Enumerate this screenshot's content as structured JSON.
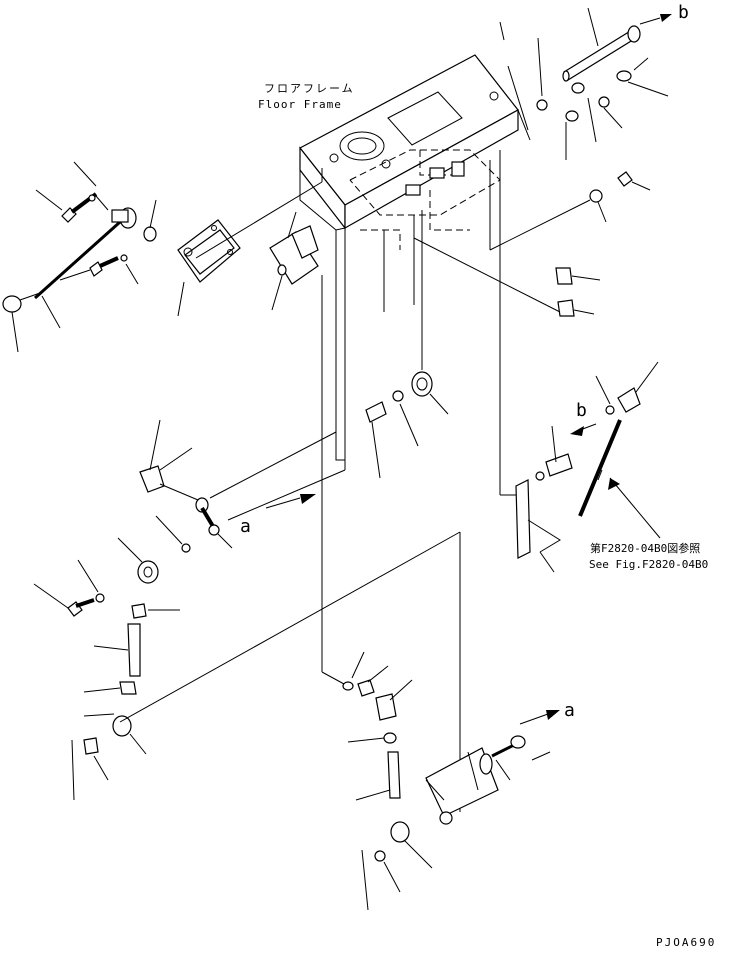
{
  "labels": {
    "floor_frame_jp": "フロアフレーム",
    "floor_frame_en": "Floor Frame",
    "ref_jp": "第F2820-04B0図参照",
    "ref_en": "See Fig.F2820-04B0",
    "arrow_a1": "a",
    "arrow_a2": "a",
    "arrow_b1": "b",
    "arrow_b2": "b",
    "drawing_code": "PJOA690"
  },
  "colors": {
    "ink": "#000000",
    "paper": "#ffffff"
  }
}
